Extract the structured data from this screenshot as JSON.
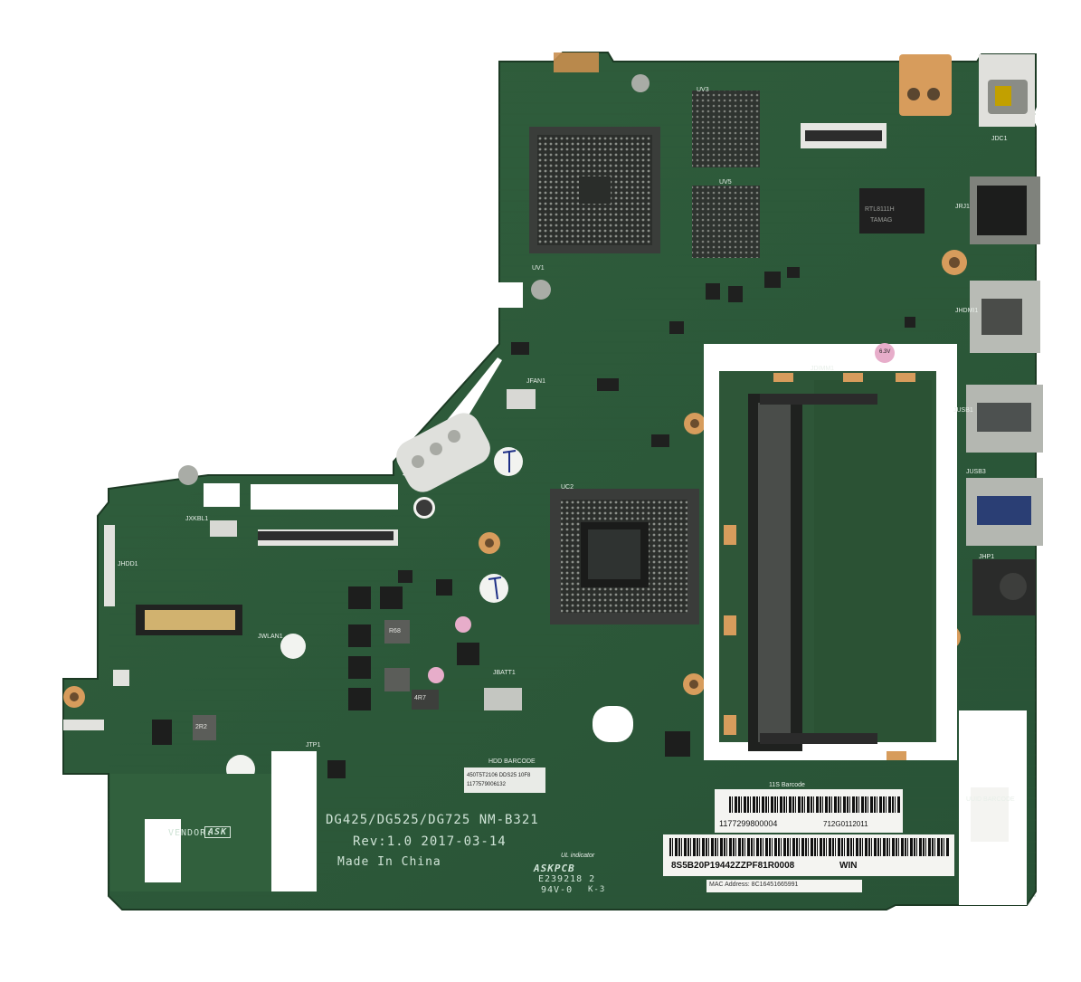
{
  "board": {
    "model_lines": {
      "model": "DG425/DG525/DG725 NM-B321",
      "revision": "Rev:1.0  2017-03-14",
      "origin": "Made In China"
    },
    "vendor": {
      "label": "VENDOR:",
      "value": "ASK"
    },
    "ul": {
      "indicator": "UL indicator",
      "maker": "ASKPCB",
      "code": "E239218  2",
      "rating": "94V-0",
      "suffix": "K-3"
    },
    "barcode_labels": {
      "uid_title": "11S Barcode",
      "uid_number": "1177299800004",
      "uid_suffix": "712G0112011",
      "serial": "8S5B20P19442ZZPF81R0008",
      "os": "WIN",
      "mac": "MAC Address: 8C16451665991",
      "vendor_barcode_title": "UUID BARCODE",
      "hdd_title": "HDD BARCODE",
      "hdd_line1": "1177579006132",
      "hdd_line2": "450T5T2106 DDS25 10F8"
    },
    "markings": {
      "q1": "JXKBL1",
      "q2": "JHP1",
      "q3": "JUSB3",
      "q4": "JDIMM1",
      "q5": "JBATT1",
      "q6": "JWLAN1",
      "q7": "JFAN1",
      "q8": "JDC1",
      "q9": "JTP1",
      "q10": "JHDD1",
      "q11": "JRJ1",
      "q12": "JHDMI1",
      "q13": "JUSB1",
      "q14": "UC2",
      "q15": "UV1",
      "q16": "UV3",
      "q17": "UV5"
    },
    "chip_text": {
      "lan": "RTL8111H",
      "hdmi_ic": "TAMAG",
      "inductor1": "R68",
      "inductor2": "4R7",
      "cap1": "6.3V",
      "cap2": "2R2"
    },
    "colors": {
      "pcb": "#2f5b3a",
      "pcb_dark": "#244a2f",
      "silk": "#d9e6dc",
      "gold": "#d39a5a",
      "metal": "#c8cbc6"
    }
  }
}
